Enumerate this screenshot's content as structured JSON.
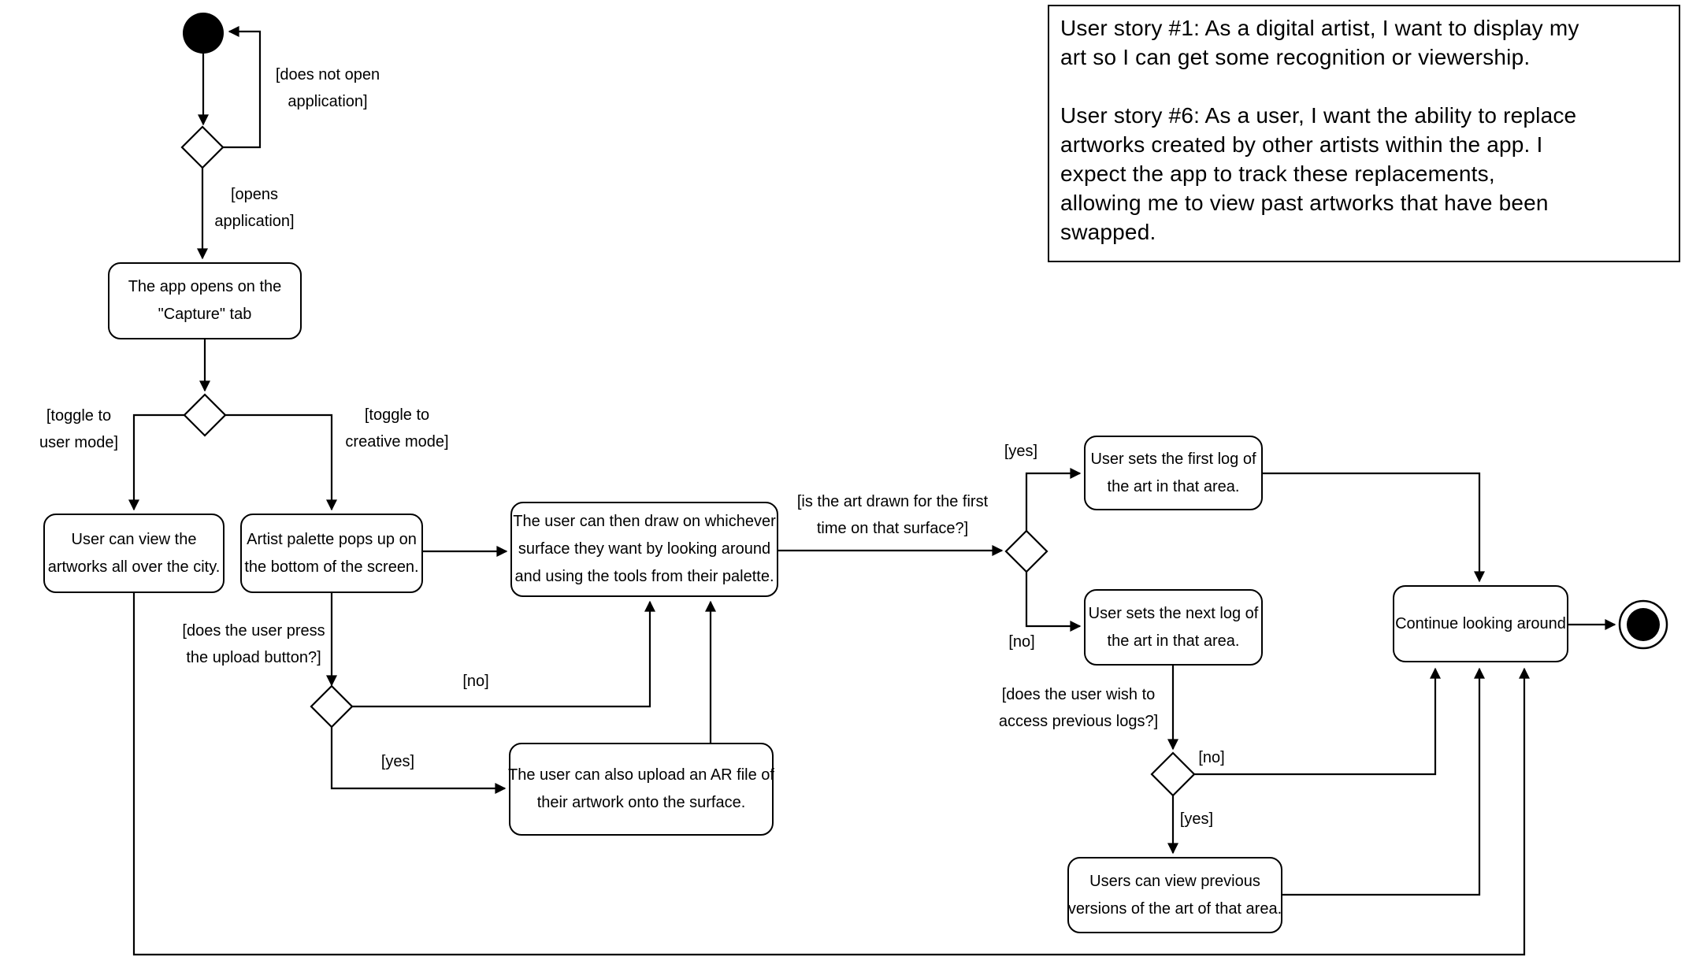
{
  "colors": {
    "stroke": "#000000",
    "fill": "#ffffff"
  },
  "user_story_note": {
    "lines": [
      "User story #1: As a digital artist, I want to display my",
      "art so I can get some recognition or viewership.",
      "",
      "User story #6: As a user, I want the ability to replace",
      "artworks created by other artists within the app. I",
      "expect the app to track these replacements,",
      "allowing me to view past artworks that have been",
      "swapped."
    ]
  },
  "nodes": {
    "capture": {
      "lines": [
        "The app opens on the",
        "\"Capture\" tab"
      ]
    },
    "user_view": {
      "lines": [
        "User can view the",
        "artworks all over the city."
      ]
    },
    "artist_palette": {
      "lines": [
        "Artist palette pops up on",
        "the bottom of the screen."
      ]
    },
    "draw": {
      "lines": [
        "The user can then draw on whichever",
        "surface they want by looking around",
        "and using the tools from their palette."
      ]
    },
    "upload": {
      "lines": [
        "The user can also upload an AR file of",
        "their artwork onto the surface."
      ]
    },
    "first_log": {
      "lines": [
        "User sets the first log of",
        "the art in that area."
      ]
    },
    "next_log": {
      "lines": [
        "User sets the next log of",
        "the art in that area."
      ]
    },
    "prev_versions": {
      "lines": [
        "Users can view previous",
        "versions of the art of that area."
      ]
    },
    "continue": {
      "lines": [
        "Continue looking around"
      ]
    }
  },
  "edges": {
    "does_not_open": [
      "[does not open",
      "application]"
    ],
    "opens": [
      "[opens",
      "application]"
    ],
    "toggle_user": [
      "[toggle to",
      "user mode]"
    ],
    "toggle_creative": [
      "[toggle to",
      "creative mode]"
    ],
    "upload_press": [
      "[does the user press",
      "the upload button?]"
    ],
    "upload_no": [
      "[no]"
    ],
    "upload_yes": [
      "[yes]"
    ],
    "first_time": [
      "[is the art drawn for the first",
      "time on that surface?]"
    ],
    "first_time_yes": [
      "[yes]"
    ],
    "first_time_no": [
      "[no]"
    ],
    "wish_logs": [
      "[does the user wish to",
      "access previous logs?]"
    ],
    "wish_no": [
      "[no]"
    ],
    "wish_yes": [
      "[yes]"
    ]
  }
}
